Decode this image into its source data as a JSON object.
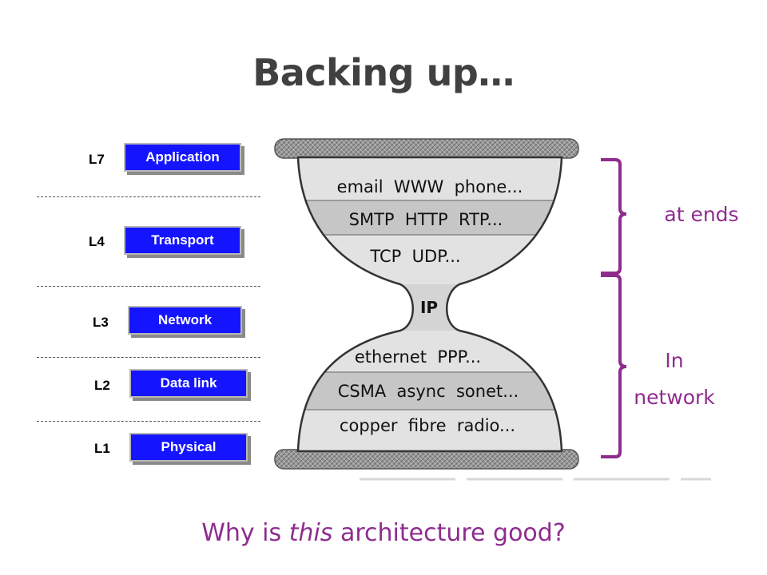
{
  "title": "Backing up…",
  "layers": [
    {
      "id": "l7",
      "level": "L7",
      "name": "Application"
    },
    {
      "id": "l4",
      "level": "L4",
      "name": "Transport"
    },
    {
      "id": "l3",
      "level": "L3",
      "name": "Network"
    },
    {
      "id": "l2",
      "level": "L2",
      "name": "Data link"
    },
    {
      "id": "l1",
      "level": "L1",
      "name": "Physical"
    }
  ],
  "hourglass": {
    "rows": [
      "email  WWW  phone...",
      "SMTP  HTTP  RTP...",
      "TCP  UDP...",
      "IP",
      "ethernet  PPP...",
      "CSMA  async  sonet...",
      "copper  fibre  radio..."
    ]
  },
  "annotations": {
    "ends_label": "at ends",
    "network_label_line1": "In",
    "network_label_line2": "network"
  },
  "question": {
    "before": "Why is ",
    "emphasis": "this",
    "after": " architecture good?"
  },
  "colors": {
    "accent": "#8e2c8e",
    "layer_fill": "#1414ff",
    "title": "#404040"
  }
}
